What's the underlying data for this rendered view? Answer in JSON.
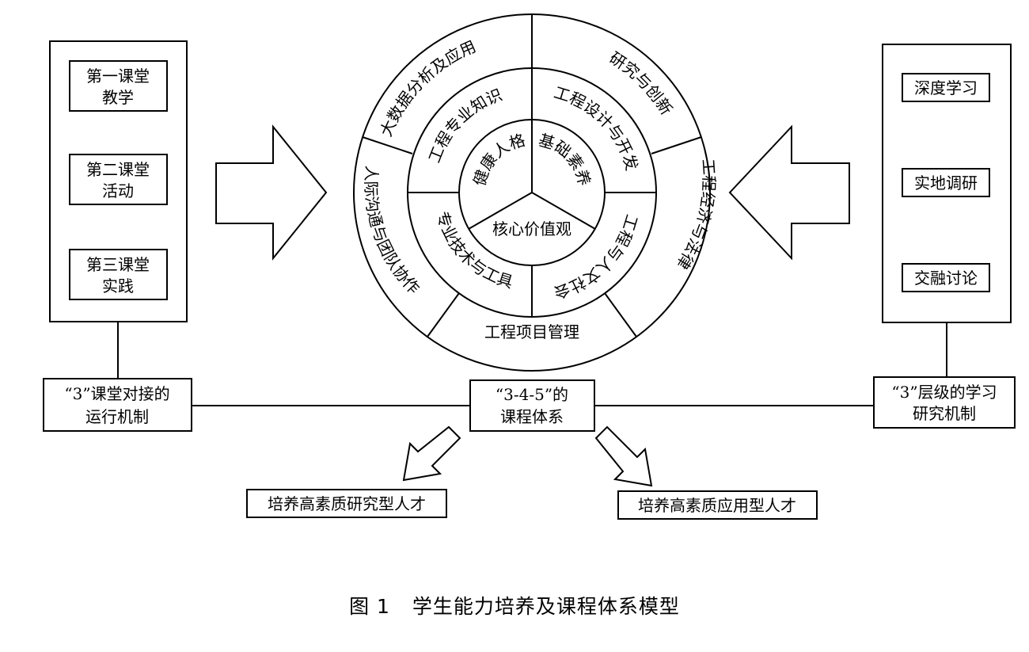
{
  "left_panel": {
    "items": [
      {
        "line1": "第一课堂",
        "line2": "教学"
      },
      {
        "line1": "第二课堂",
        "line2": "活动"
      },
      {
        "line1": "第三课堂",
        "line2": "实践"
      }
    ],
    "mechanism": {
      "line1": "“3”课堂对接的",
      "line2": "运行机制"
    }
  },
  "right_panel": {
    "items": [
      "深度学习",
      "实地调研",
      "交融讨论"
    ],
    "mechanism": {
      "line1": "“3”层级的学习",
      "line2": "研究机制"
    }
  },
  "center": {
    "inner": [
      "健康人格",
      "基础素养",
      "核心价值观"
    ],
    "middle": [
      "工程专业知识",
      "工程设计与开发",
      "工程与人文社会",
      "专业技术与工具"
    ],
    "outer": [
      "大数据分析及应用",
      "研究与创新",
      "工程经济与法律",
      "工程项目管理",
      "人际沟通与团队协作"
    ],
    "system": {
      "line1": "“3-4-5”的",
      "line2": "课程体系"
    }
  },
  "outputs": {
    "research_talent": "培养高素质研究型人才",
    "applied_talent": "培养高素质应用型人才"
  },
  "caption": {
    "figure_no": "图 1",
    "title": "学生能力培养及课程体系模型"
  }
}
